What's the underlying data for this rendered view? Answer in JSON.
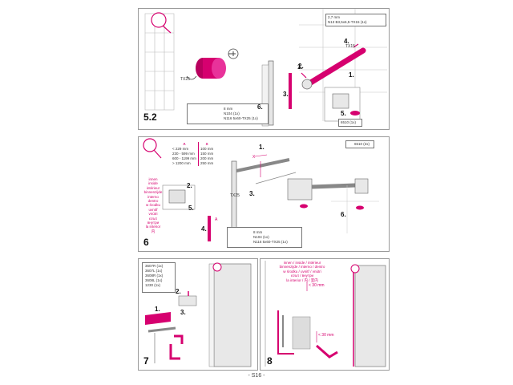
{
  "page": {
    "number": "- S16 -"
  },
  "panel_5_2": {
    "step": "5.2",
    "legend_top": [
      "2,7 mm",
      "N13 B3,5x6,5-TX15 (1x)"
    ],
    "legend_bottom": [
      "8 mm",
      "N104 (1x)",
      "N116 5x60-TX25 (1x)"
    ],
    "part_label": "6510 (1x)",
    "tool_labels": [
      "TX25",
      "TX15"
    ],
    "callouts": [
      "1.",
      "2.",
      "3.",
      "4.",
      "5.",
      "6."
    ]
  },
  "panel_6": {
    "step": "6",
    "dims_headers": [
      "A",
      "X"
    ],
    "dims_rows": [
      [
        "< 229 mm",
        "100 mm"
      ],
      [
        "230 - 599 mm",
        "150 mm"
      ],
      [
        "600 - 1199 mm",
        "200 mm"
      ],
      [
        "> 1200 mm",
        "250 mm"
      ]
    ],
    "dims_markers": [
      "A",
      "X"
    ],
    "part_label": "6510 (2x)",
    "legend_bottom": [
      "8 mm",
      "N104 (1x)",
      "N116 5x60-TX25 (1x)"
    ],
    "tool_labels": [
      "TX25"
    ],
    "langs": [
      "innen",
      "inside",
      "intérieur",
      "binnenzijde",
      "interno",
      "dentro",
      "w środku",
      "uvnitř",
      "vnútri",
      "εσωτ",
      "внутри",
      "la interior",
      "内",
      "室内"
    ],
    "callouts": [
      "1.",
      "2.",
      "3.",
      "4.",
      "5.",
      "6."
    ]
  },
  "panel_7": {
    "step": "7",
    "parts": [
      "3607R (1x)",
      "3607L (1x)",
      "3608R (1x)",
      "3608L (1x)",
      "1230 (1x)"
    ],
    "callouts": [
      "1.",
      "2.",
      "3."
    ]
  },
  "panel_8": {
    "step": "8",
    "langs": [
      "innen / inside / intérieur",
      "binnenzijde / interno / dentro",
      "w środku / uvnitř / vnútri",
      "εσωτ / внутри",
      "la interior / 内 / 室内"
    ],
    "dims": [
      "< 30 mm",
      "< 30 mm"
    ]
  },
  "colors": {
    "accent": "#d6006f",
    "line": "#444444",
    "tile": "#bdbdbd"
  }
}
